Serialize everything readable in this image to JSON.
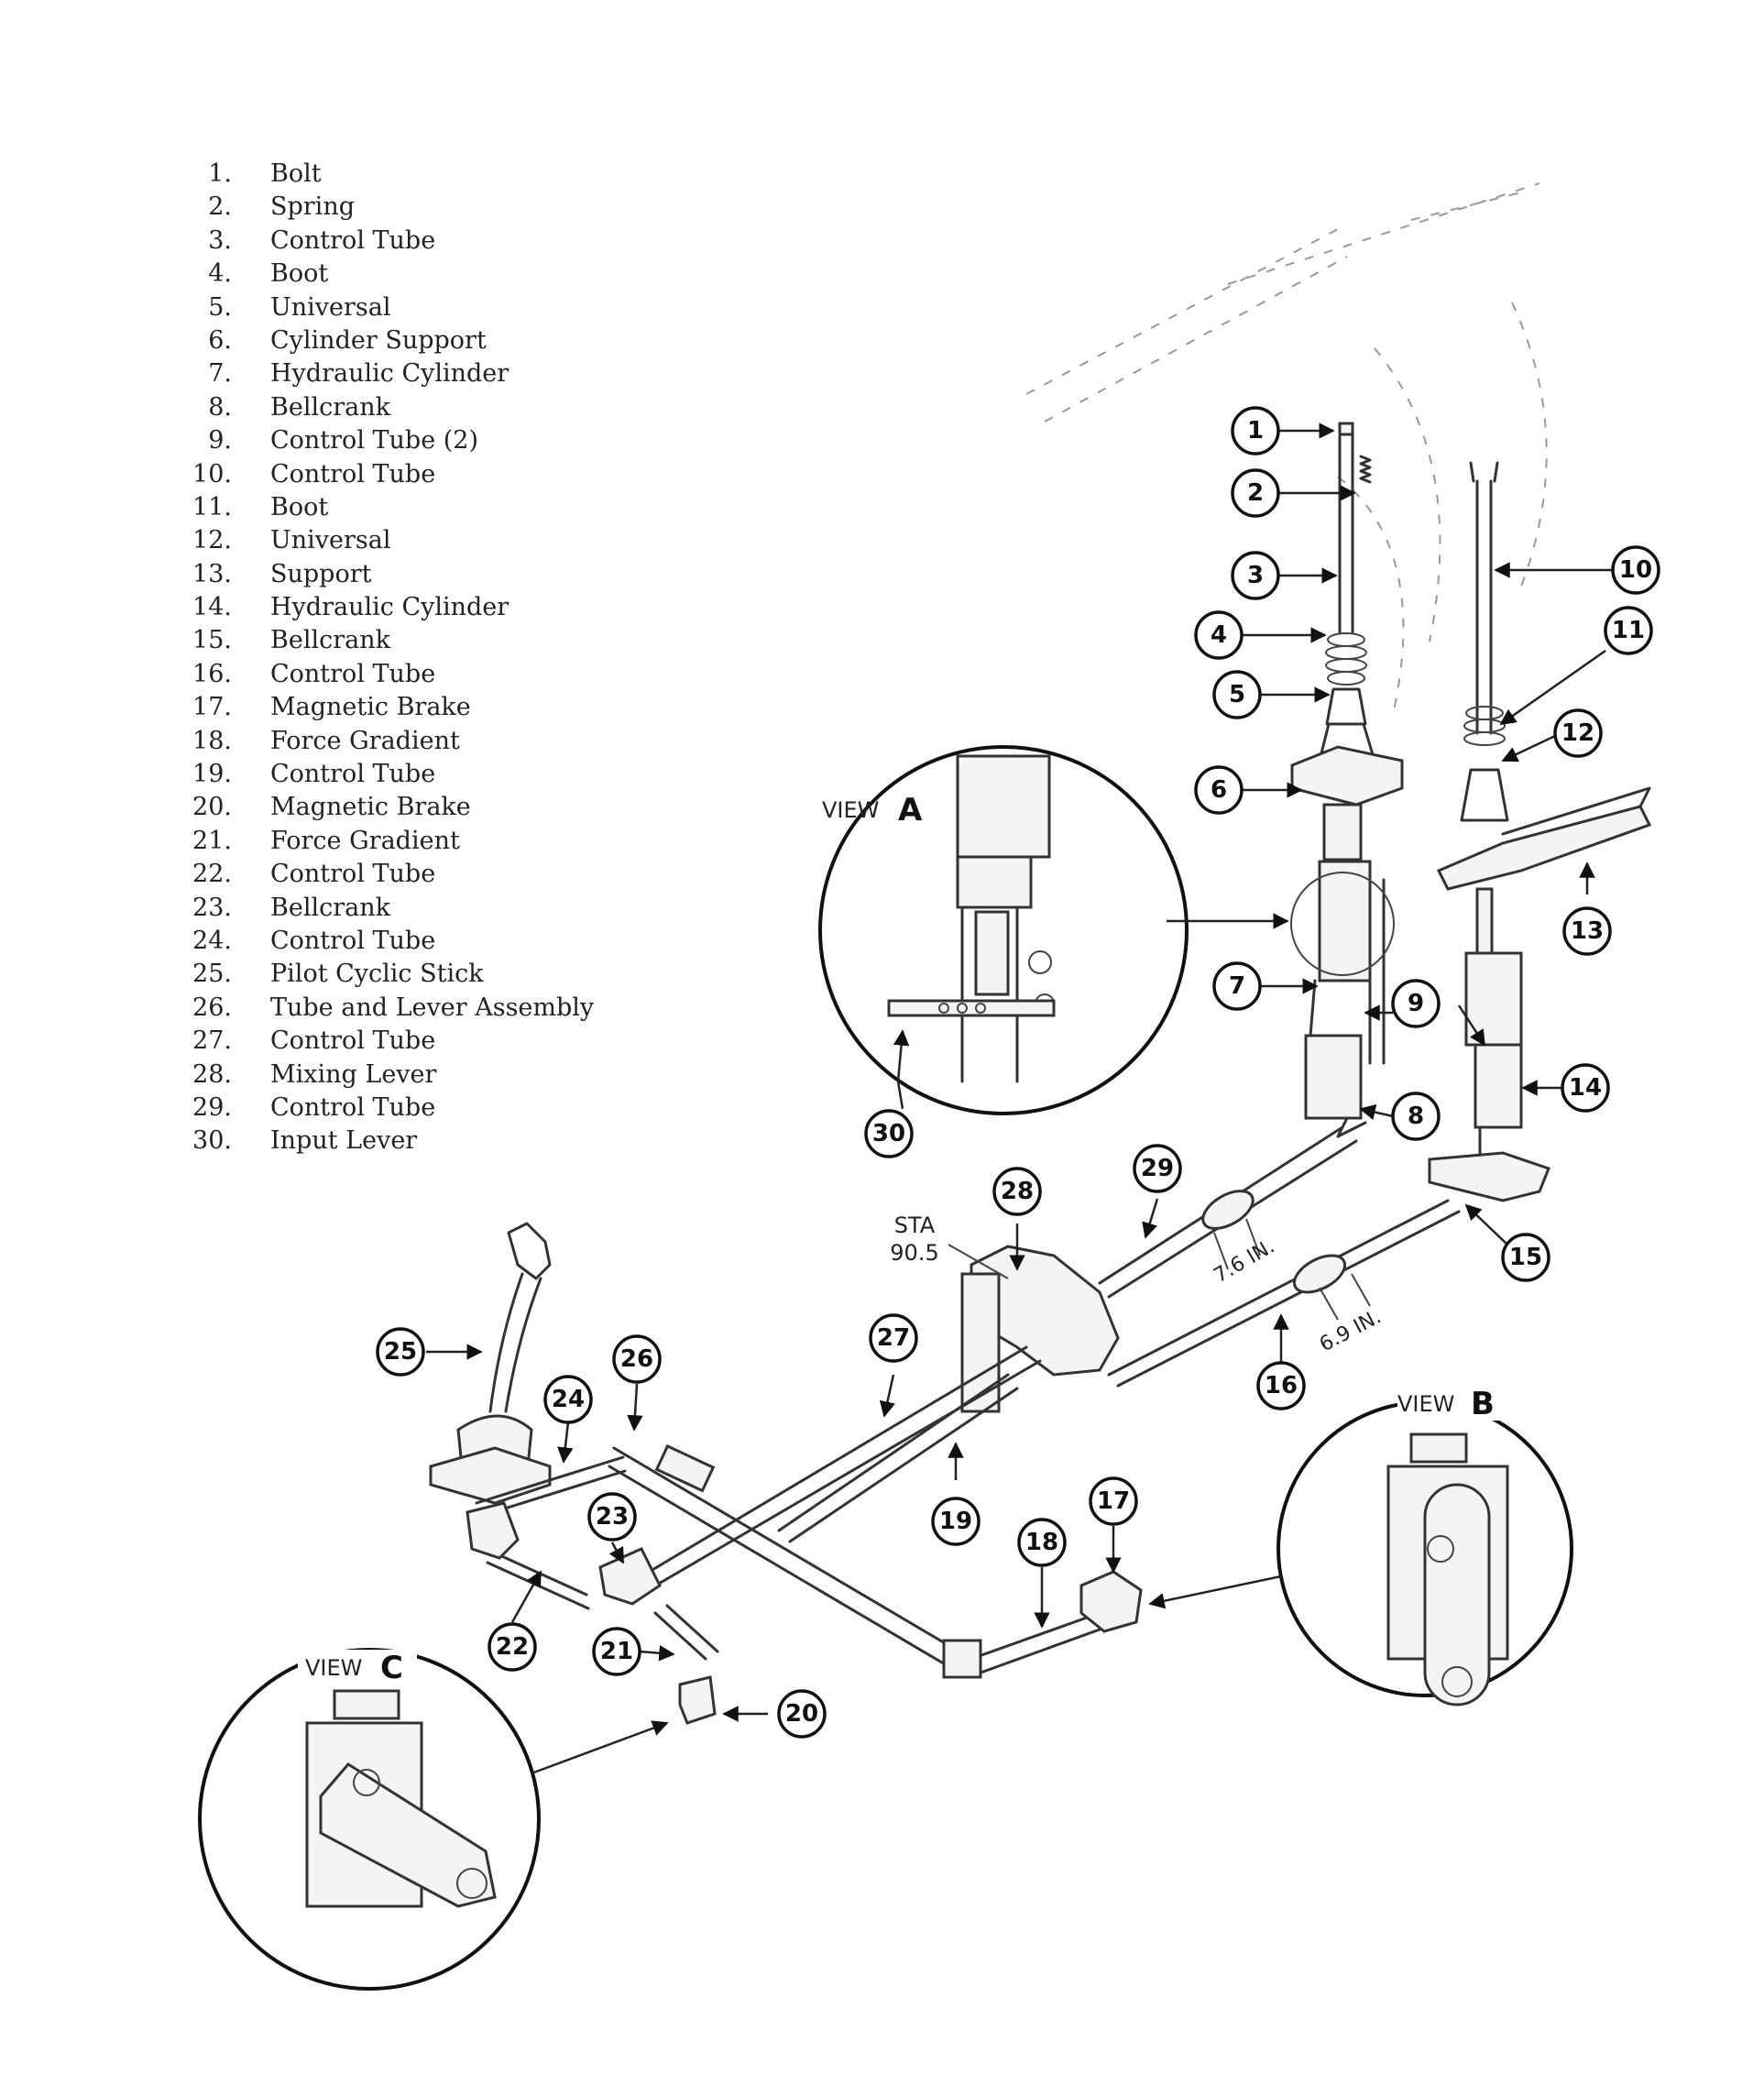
{
  "legend": [
    {
      "num": "1.",
      "label": "Bolt"
    },
    {
      "num": "2.",
      "label": "Spring"
    },
    {
      "num": "3.",
      "label": "Control Tube"
    },
    {
      "num": "4.",
      "label": "Boot"
    },
    {
      "num": "5.",
      "label": "Universal"
    },
    {
      "num": "6.",
      "label": "Cylinder Support"
    },
    {
      "num": "7.",
      "label": "Hydraulic Cylinder"
    },
    {
      "num": "8.",
      "label": "Bellcrank"
    },
    {
      "num": "9.",
      "label": "Control Tube (2)"
    },
    {
      "num": "10.",
      "label": "Control Tube"
    },
    {
      "num": "11.",
      "label": "Boot"
    },
    {
      "num": "12.",
      "label": "Universal"
    },
    {
      "num": "13.",
      "label": "Support"
    },
    {
      "num": "14.",
      "label": "Hydraulic Cylinder"
    },
    {
      "num": "15.",
      "label": "Bellcrank"
    },
    {
      "num": "16.",
      "label": "Control Tube"
    },
    {
      "num": "17.",
      "label": "Magnetic Brake"
    },
    {
      "num": "18.",
      "label": "Force Gradient"
    },
    {
      "num": "19.",
      "label": "Control Tube"
    },
    {
      "num": "20.",
      "label": "Magnetic Brake"
    },
    {
      "num": "21.",
      "label": "Force Gradient"
    },
    {
      "num": "22.",
      "label": "Control Tube"
    },
    {
      "num": "23.",
      "label": "Bellcrank"
    },
    {
      "num": "24.",
      "label": "Control Tube"
    },
    {
      "num": "25.",
      "label": "Pilot Cyclic Stick"
    },
    {
      "num": "26.",
      "label": "Tube and Lever Assembly"
    },
    {
      "num": "27.",
      "label": "Control Tube"
    },
    {
      "num": "28.",
      "label": "Mixing Lever"
    },
    {
      "num": "29.",
      "label": "Control Tube"
    },
    {
      "num": "30.",
      "label": "Input Lever"
    }
  ],
  "views": {
    "a": {
      "prefix": "VIEW",
      "letter": "A"
    },
    "b": {
      "prefix": "VIEW",
      "letter": "B"
    },
    "c": {
      "prefix": "VIEW",
      "letter": "C"
    }
  },
  "station": {
    "line1": "STA",
    "line2": "90.5"
  },
  "dimensions": {
    "d1": "7.6 IN.",
    "d2": "6.9 IN."
  },
  "callouts": [
    "1",
    "2",
    "3",
    "4",
    "5",
    "6",
    "7",
    "8",
    "9",
    "10",
    "11",
    "12",
    "13",
    "14",
    "15",
    "16",
    "17",
    "18",
    "19",
    "20",
    "21",
    "22",
    "23",
    "24",
    "25",
    "26",
    "27",
    "28",
    "29",
    "30"
  ]
}
